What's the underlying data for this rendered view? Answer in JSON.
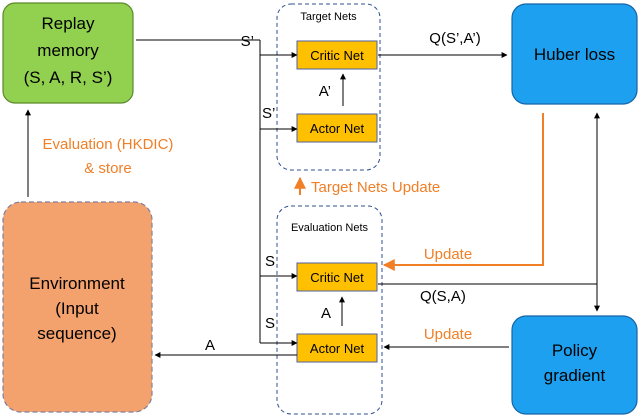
{
  "nodes": {
    "replay_memory": {
      "lines": [
        "Replay",
        "memory",
        "(S, A, R, S’)"
      ]
    },
    "environment": {
      "lines": [
        "Environment",
        "(Input",
        "sequence)"
      ]
    },
    "huber_loss": {
      "label": "Huber loss"
    },
    "policy_gradient": {
      "lines": [
        "Policy",
        "gradient"
      ]
    },
    "target_nets": {
      "title": "Target Nets",
      "critic": "Critic Net",
      "actor": "Actor Net"
    },
    "evaluation_nets": {
      "title": "Evaluation Nets",
      "critic": "Critic Net",
      "actor": "Actor Net"
    }
  },
  "labels": {
    "s_prime_critic": "S’",
    "s_prime_actor": "S’",
    "a_prime": "A’",
    "q_target": "Q(S’,A’)",
    "s_critic": "S",
    "s_actor": "S",
    "a_eval": "A",
    "q_eval": "Q(S,A)",
    "a_env": "A",
    "update_critic": "Update",
    "update_actor": "Update",
    "target_update": "Target Nets Update",
    "evaluation_store": [
      "Evaluation (HKDIC)",
      "& store"
    ]
  },
  "colors": {
    "green": "#92d050",
    "green_border": "#5a8a2a",
    "blue": "#1ea0f0",
    "blue_border": "#1565a8",
    "salmon": "#f4a26d",
    "salmon_border": "#7f7f9f",
    "yellow": "#ffc000",
    "yellow_border": "#4f5f9f",
    "orange_accent": "#f07f28",
    "dashed_border": "#2f4f8f",
    "line": "#000000"
  }
}
